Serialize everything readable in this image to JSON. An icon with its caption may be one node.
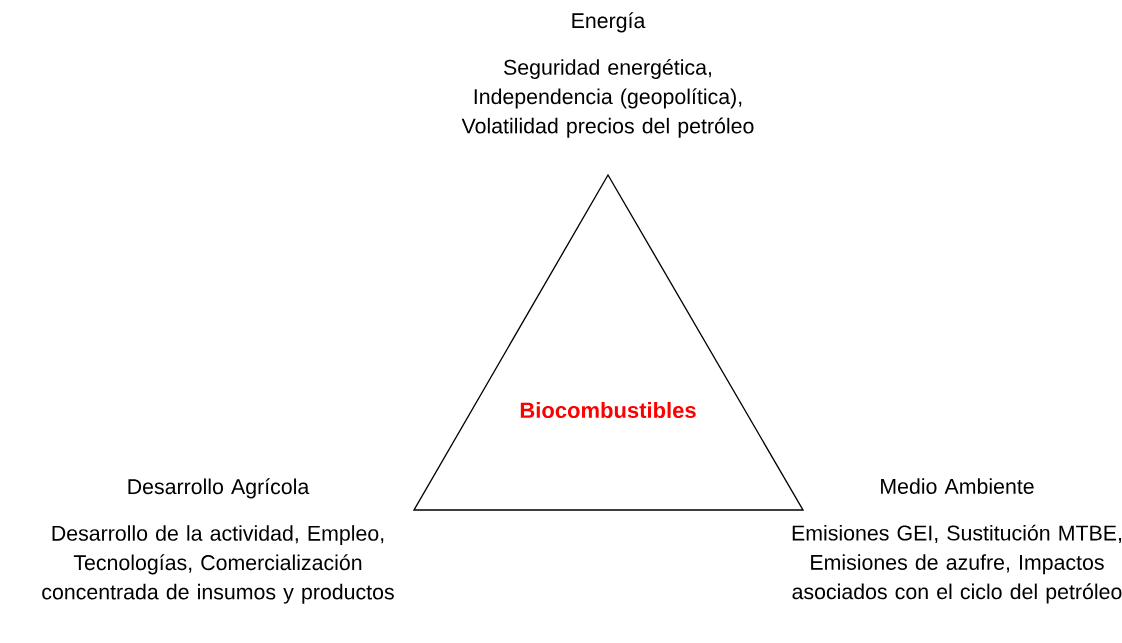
{
  "diagram": {
    "nodes": [
      {
        "text": [
          "Energía",
          "Seguridad energética, Independencia (geopolítica), Volatilidad precios del petróleo"
        ]
      },
      {
        "text": [
          "Biocombustibles"
        ]
      },
      {
        "text": [
          "Desarrollo Agrícola",
          "Desarrollo de la actividad, Empleo, Tecnologías, Comercialización concentrada de insumos y productos"
        ]
      },
      {
        "text": [
          "Medio Ambiente",
          "Emisiones GEI, Sustitución MTBE, Emisiones de azufre, Impactos asociados con el ciclo del petróleo"
        ]
      }
    ]
  }
}
